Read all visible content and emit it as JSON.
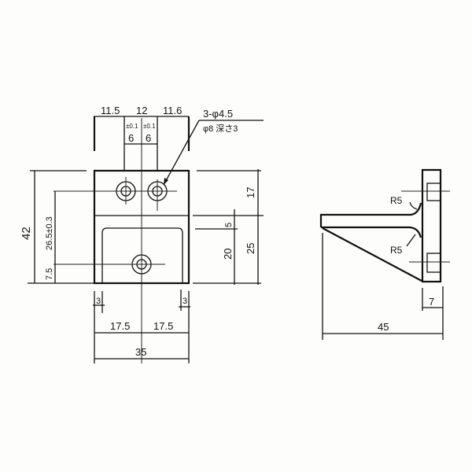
{
  "front_view": {
    "top_dims": {
      "left": "11.5",
      "middle": "12",
      "right": "11.6",
      "sub_left": "6",
      "sub_right": "6",
      "tol_left": "±0.1",
      "tol_right": "±0.1"
    },
    "hole_note": {
      "line1": "3-φ4.5",
      "line2": "φ8 深さ3"
    },
    "left_dims": {
      "overall_height": "42",
      "hole_height": "26.5±0.3",
      "bottom_hole": "7.5"
    },
    "right_dims": {
      "upper": "17",
      "lower": "25",
      "pocket_gap": "5",
      "pocket_height": "20"
    },
    "bottom_dims": {
      "wall_left": "3",
      "wall_right": "3",
      "half_left": "17.5",
      "half_right": "17.5",
      "overall_width": "35"
    }
  },
  "side_view": {
    "radius_top": "R5",
    "radius_bottom": "R5",
    "plate_thickness": "7",
    "overall_depth": "45"
  }
}
